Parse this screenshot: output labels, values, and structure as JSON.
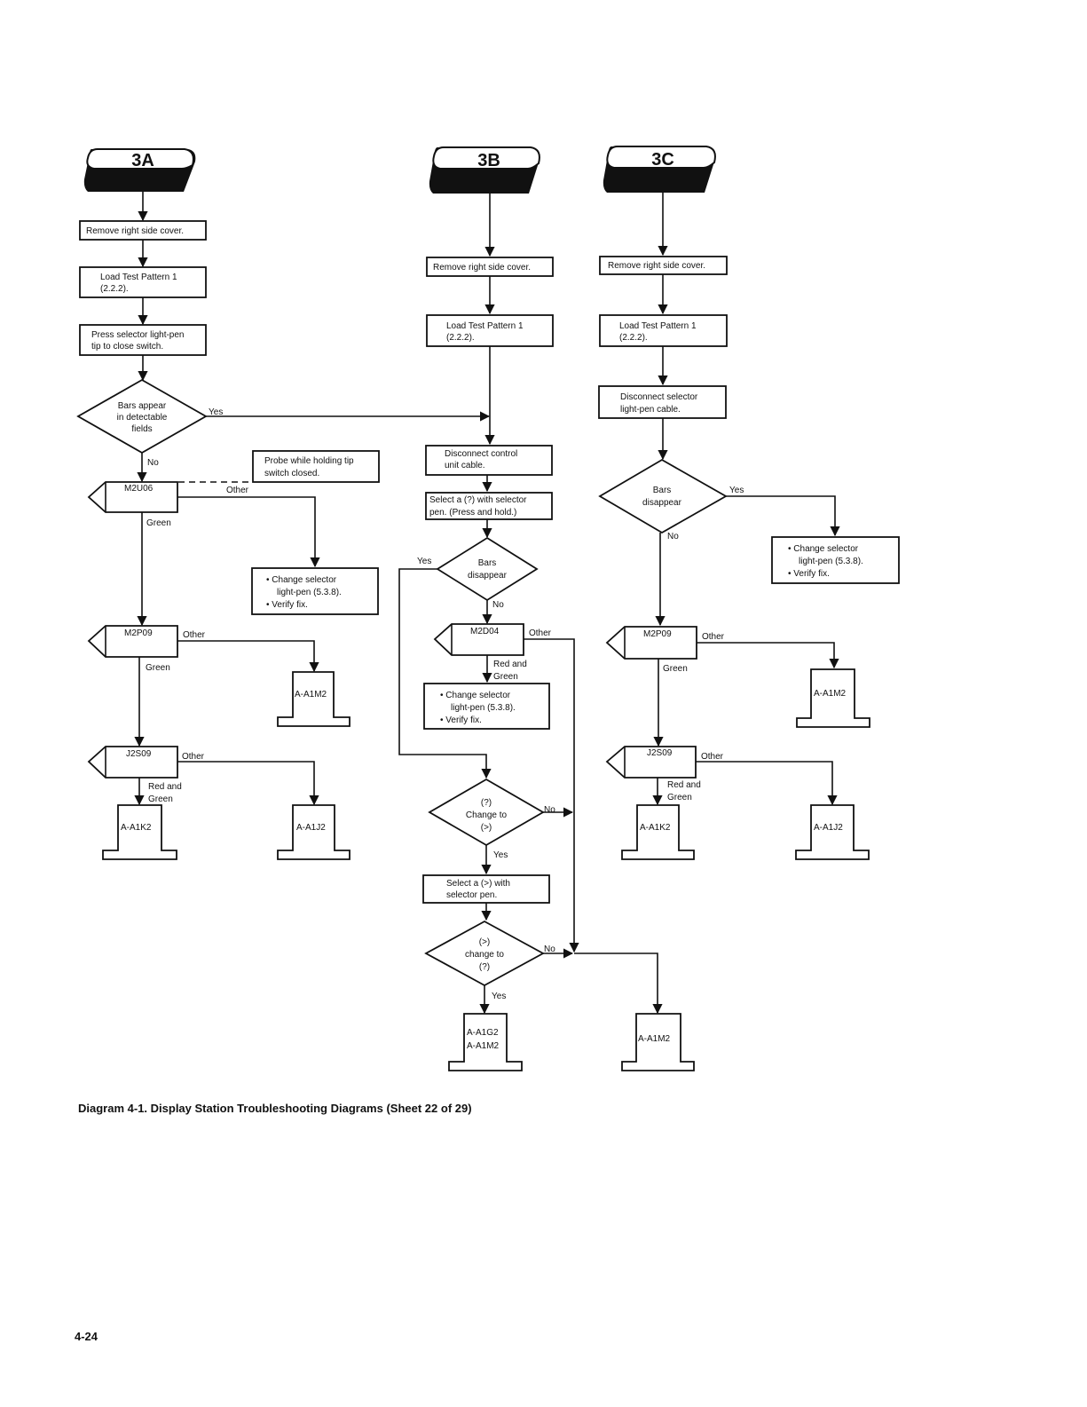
{
  "caption": "Diagram 4-1. Display Station Troubleshooting Diagrams (Sheet 22 of 29)",
  "page_number": "4-24",
  "colA": {
    "start": "3A",
    "remove_cover": "Remove right side cover.",
    "load_pattern": [
      "Load Test Pattern 1",
      "(2.2.2)."
    ],
    "press_pen": [
      "Press selector light-pen",
      "tip to close switch."
    ],
    "bars_detectable": [
      "Bars appear",
      "in detectable",
      "fields"
    ],
    "yes": "Yes",
    "no": "No",
    "probe_note": [
      "Probe while holding tip",
      "switch closed."
    ],
    "m2u06": "M2U06",
    "other1": "Other",
    "green1": "Green",
    "change_pen": [
      "• Change selector",
      "light-pen (5.3.8).",
      "• Verify fix."
    ],
    "m2p09": "M2P09",
    "other2": "Other",
    "green2": "Green",
    "a_a1m2": "A-A1M2",
    "j2s09": "J2S09",
    "other3": "Other",
    "red_green": [
      "Red and",
      "Green"
    ],
    "a_a1k2": "A-A1K2",
    "a_a1j2": "A-A1J2"
  },
  "colB": {
    "start": "3B",
    "remove_cover": "Remove right side cover.",
    "load_pattern": [
      "Load Test Pattern 1",
      "(2.2.2)."
    ],
    "disconnect_control": [
      "Disconnect control",
      "unit cable."
    ],
    "select_q": [
      "Select a (?) with selector",
      "pen. (Press and hold.)"
    ],
    "bars_disappear": [
      "Bars",
      "disappear"
    ],
    "yes1": "Yes",
    "no1": "No",
    "m2d04": "M2D04",
    "other": "Other",
    "red_green": [
      "Red and",
      "Green"
    ],
    "change_pen": [
      "• Change selector",
      "light-pen (5.3.8).",
      "• Verify fix."
    ],
    "q_change": [
      "(?)",
      "Change to",
      "(>)"
    ],
    "no2": "No",
    "yes2": "Yes",
    "select_gt": [
      "Select a (>) with",
      "selector pen."
    ],
    "gt_change": [
      "(>)",
      "change to",
      "(?)"
    ],
    "no3": "No",
    "yes3": "Yes",
    "a_g2_m2": [
      "A-A1G2",
      "A-A1M2"
    ],
    "a_a1m2": "A-A1M2"
  },
  "colC": {
    "start": "3C",
    "remove_cover": "Remove right side cover.",
    "load_pattern": [
      "Load Test Pattern 1",
      "(2.2.2)."
    ],
    "disconnect_pen": [
      "Disconnect selector",
      "light-pen cable."
    ],
    "bars_disappear": [
      "Bars",
      "disappear"
    ],
    "yes": "Yes",
    "no": "No",
    "change_pen": [
      "• Change selector",
      "light-pen (5.3.8).",
      "• Verify fix."
    ],
    "m2p09": "M2P09",
    "other1": "Other",
    "green": "Green",
    "a_a1m2": "A-A1M2",
    "j2s09": "J2S09",
    "other2": "Other",
    "red_green": [
      "Red and",
      "Green"
    ],
    "a_a1k2": "A-A1K2",
    "a_a1j2": "A-A1J2"
  }
}
